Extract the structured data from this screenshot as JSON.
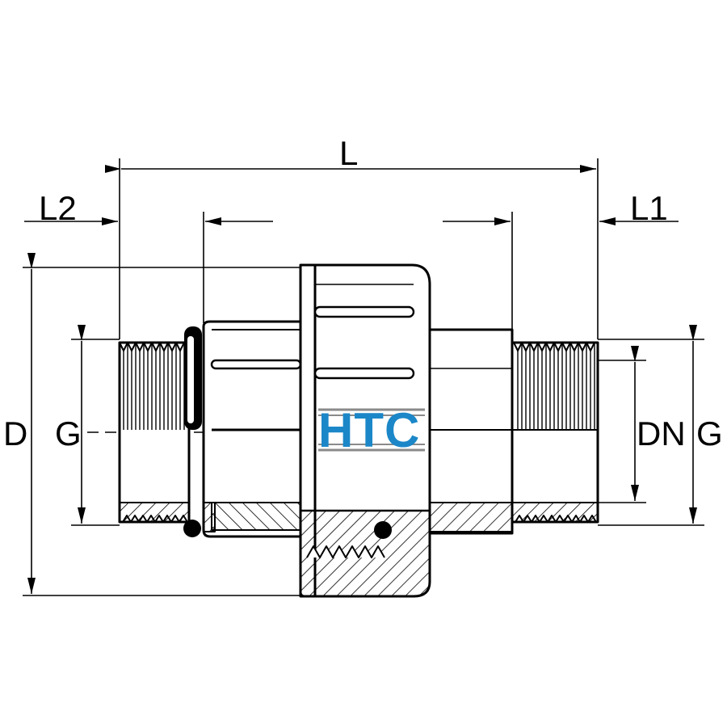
{
  "dimensions": {
    "L": "L",
    "L1": "L1",
    "L2": "L2",
    "D": "D",
    "G_left": "G",
    "G_right": "G",
    "DN": "DN"
  },
  "logo": {
    "text": "HTC",
    "color": "#1b87c8"
  },
  "colors": {
    "line": "#000000",
    "logo_accent": "#1b87c8",
    "logo_rule": "#8a8a8a"
  }
}
